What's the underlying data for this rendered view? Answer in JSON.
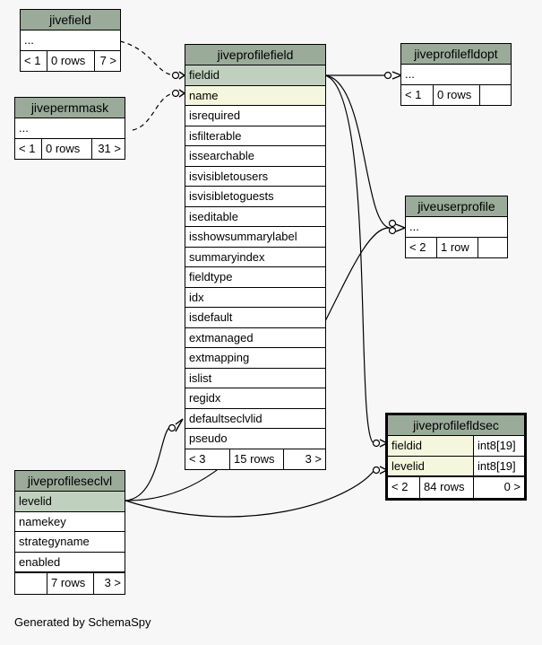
{
  "tables": {
    "jivefield": {
      "title": "jivefield",
      "rows": [
        "..."
      ],
      "stats": [
        "< 1",
        "0 rows",
        "7 >"
      ]
    },
    "jivepermmask": {
      "title": "jivepermmask",
      "rows": [
        "..."
      ],
      "stats": [
        "< 1",
        "0 rows",
        "31 >"
      ]
    },
    "jiveprofilefield": {
      "title": "jiveprofilefield",
      "rows": [
        "fieldid",
        "name",
        "isrequired",
        "isfilterable",
        "issearchable",
        "isvisibletousers",
        "isvisibletoguests",
        "iseditable",
        "isshowsummarylabel",
        "summaryindex",
        "fieldtype",
        "idx",
        "isdefault",
        "extmanaged",
        "extmapping",
        "islist",
        "regidx",
        "defaultseclvlid",
        "pseudo"
      ],
      "stats": [
        "< 3",
        "15 rows",
        "3 >"
      ]
    },
    "jiveprofilefldopt": {
      "title": "jiveprofilefldopt",
      "rows": [
        "..."
      ],
      "stats": [
        "< 1",
        "0 rows",
        ""
      ]
    },
    "jiveuserprofile": {
      "title": "jiveuserprofile",
      "rows": [
        "..."
      ],
      "stats": [
        "< 2",
        "1 row",
        ""
      ]
    },
    "jiveprofilefldsec": {
      "title": "jiveprofilefldsec",
      "rows": [
        {
          "name": "fieldid",
          "type": "int8[19]"
        },
        {
          "name": "levelid",
          "type": "int8[19]"
        }
      ],
      "stats": [
        "< 2",
        "84 rows",
        "0 >"
      ]
    },
    "jiveprofileseclvl": {
      "title": "jiveprofileseclvl",
      "rows": [
        "levelid",
        "namekey",
        "strategyname",
        "enabled"
      ],
      "stats": [
        "",
        "7 rows",
        "3 >"
      ]
    }
  },
  "footer": "Generated by SchemaSpy"
}
